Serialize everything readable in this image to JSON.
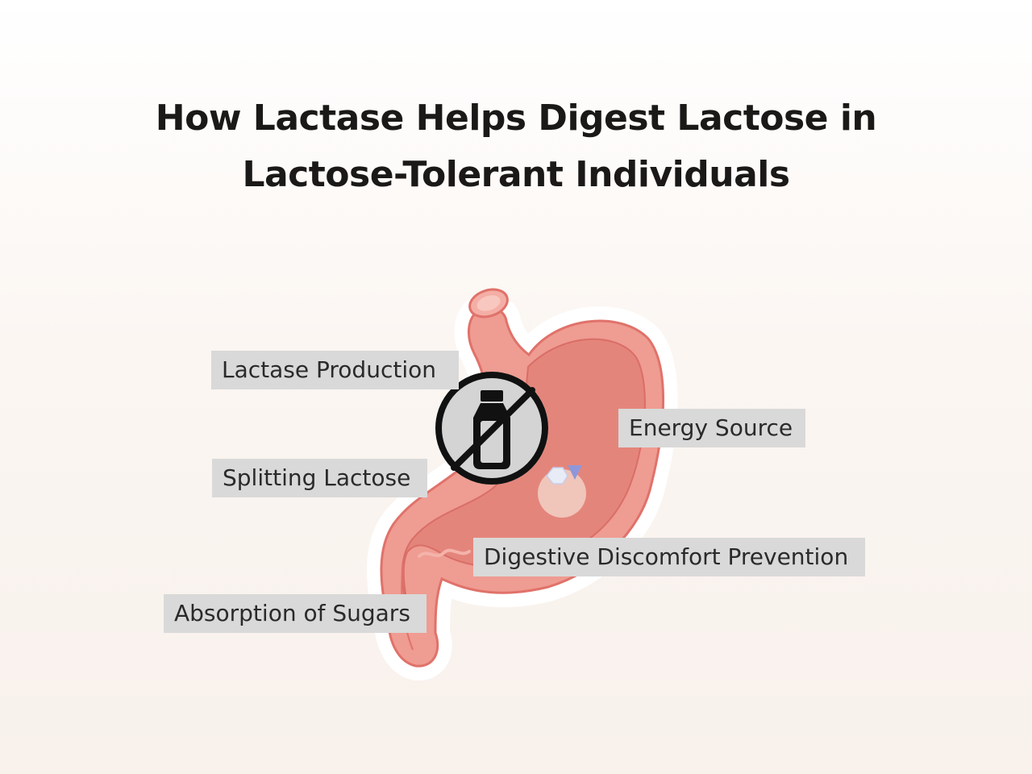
{
  "title": {
    "line1": "How Lactase Helps Digest Lactose in",
    "line2": "Lactose-Tolerant Individuals"
  },
  "labels": {
    "lactase_production": "Lactase Production",
    "energy_source": "Energy Source",
    "splitting_lactose": "Splitting Lactose",
    "digestive_discomfort_prevention": "Digestive Discomfort Prevention",
    "absorption_of_sugars": "Absorption of Sugars"
  },
  "icons": {
    "no_milk": "no-milk-icon",
    "organ": "stomach-icon",
    "molecules": "sugar-molecule-icon"
  },
  "colors": {
    "stomach_outer": "#ef9c92",
    "stomach_inner": "#e4857b",
    "stomach_outline": "#e0726a",
    "label_bg": "#d9d9d9",
    "title": "#1b1818"
  }
}
